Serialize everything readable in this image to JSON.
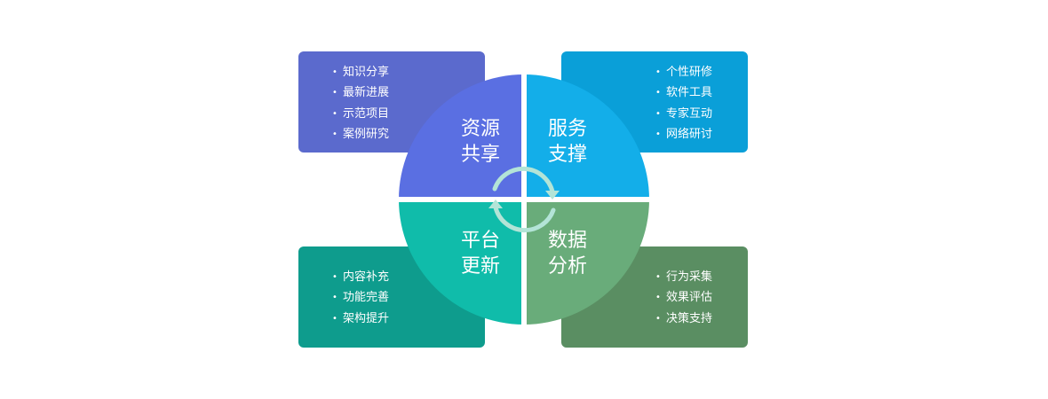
{
  "quadrants": {
    "top_left": {
      "title_line1": "资源",
      "title_line2": "共享",
      "color": "#5a6fe2",
      "box_color": "#5b6acd",
      "items": [
        "知识分享",
        "最新进展",
        "示范项目",
        "案例研究"
      ]
    },
    "top_right": {
      "title_line1": "服务",
      "title_line2": "支撑",
      "color": "#13aee9",
      "box_color": "#0a9fd8",
      "items": [
        "个性研修",
        "软件工具",
        "专家互动",
        "网络研讨"
      ]
    },
    "bottom_left": {
      "title_line1": "平台",
      "title_line2": "更新",
      "color": "#10bcaa",
      "box_color": "#0e9c8d",
      "items": [
        "内容补充",
        "功能完善",
        "架构提升"
      ]
    },
    "bottom_right": {
      "title_line1": "数据",
      "title_line2": "分析",
      "color": "#69ac7a",
      "box_color": "#5a8e62",
      "items": [
        "行为采集",
        "效果评估",
        "决策支持"
      ]
    }
  },
  "center_icon": "cycle-arrows-icon",
  "cycle_color": "#b3e4d7"
}
